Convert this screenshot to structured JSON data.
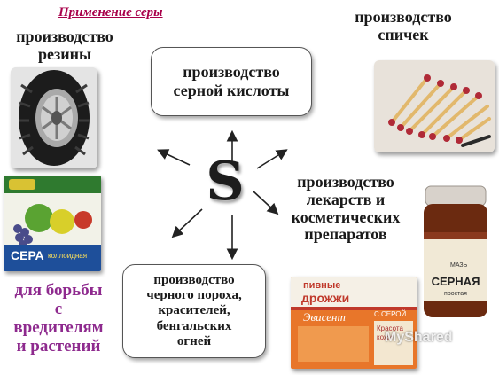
{
  "title": "Применение серы",
  "center_symbol": "S",
  "labels": {
    "rubber": [
      "производство",
      "резины"
    ],
    "matches": [
      "производство",
      "спичек"
    ],
    "sulfuric_acid": [
      "производство",
      "серной кислоты"
    ],
    "medicine": [
      "производство",
      "лекарств и",
      "косметических",
      "препаратов"
    ],
    "gunpowder": [
      "производство",
      "черного пороха,",
      "красителей,",
      "бенгальских",
      "огней"
    ],
    "pests": [
      "для борьбы",
      "с",
      "вредителям",
      "и растений"
    ]
  },
  "images": {
    "tire": "tire-photo",
    "matches": "matches-photo",
    "sulfur_pack": "sulfur-colloid-pack",
    "jar": "sulfur-ointment-jar",
    "yeast_box": "yeast-box"
  },
  "product_text": {
    "pack_brand": "СЕРА",
    "pack_type": "коллоидная",
    "jar_label": "СЕРНАЯ",
    "jar_top": "МАЗЬ",
    "jar_sub": "простая",
    "yeast_title_1": "пивные",
    "yeast_title_2": "дрожжи",
    "yeast_brand": "Эвисент",
    "yeast_with": "С СЕРОЙ",
    "yeast_beauty": "Красота",
    "yeast_beauty_2": "кожи"
  },
  "watermark": "MyShared",
  "colors": {
    "title": "#a8004a",
    "purple_text": "#8e2a8e",
    "text": "#1a1a1a"
  }
}
